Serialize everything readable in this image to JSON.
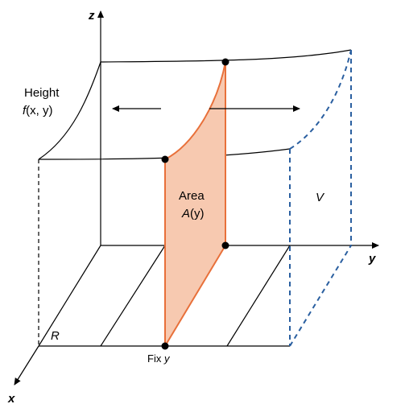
{
  "axes": {
    "x_label": "x",
    "y_label": "y",
    "z_label": "z"
  },
  "labels": {
    "height_line1": "Height",
    "height_func": "f",
    "height_args": "(x, y)",
    "area_line1": "Area",
    "area_func": "A",
    "area_args": "(y)",
    "volume": "V",
    "region": "R",
    "fix_prefix": "Fix ",
    "fix_var": "y"
  },
  "colors": {
    "cross_section_fill": "#f7c9b0",
    "cross_section_stroke": "#e8703a",
    "dashed_edges_blue": "#2a5fa0",
    "lines": "#000000"
  }
}
